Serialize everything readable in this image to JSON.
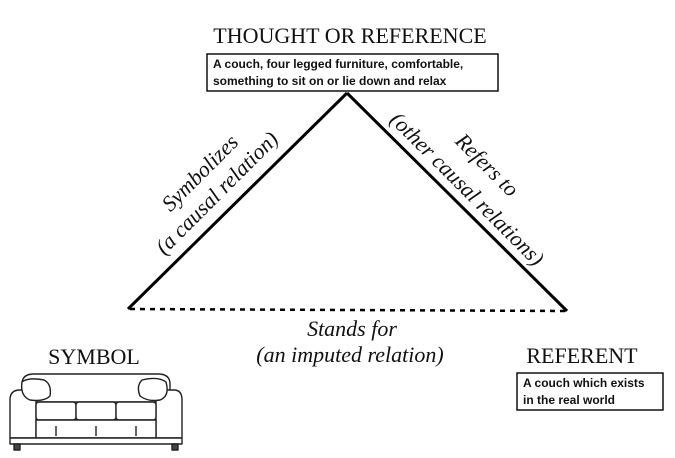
{
  "top": {
    "title": "THOUGHT OR REFERENCE",
    "box_lines": [
      "A couch, four legged furniture, comfortable,",
      "something to sit on or lie down and relax"
    ]
  },
  "left_edge": {
    "line1": "Symbolizes",
    "line2": "(a causal relation)"
  },
  "right_edge": {
    "line1": "Refers to",
    "line2": "(other causal relations)"
  },
  "base_edge": {
    "line1": "Stands for",
    "line2": "(an imputed relation)"
  },
  "symbol": {
    "title": "SYMBOL",
    "icon": "couch-icon"
  },
  "referent": {
    "title": "REFERENT",
    "box_lines": [
      "A couch which exists",
      "in the real world"
    ]
  }
}
